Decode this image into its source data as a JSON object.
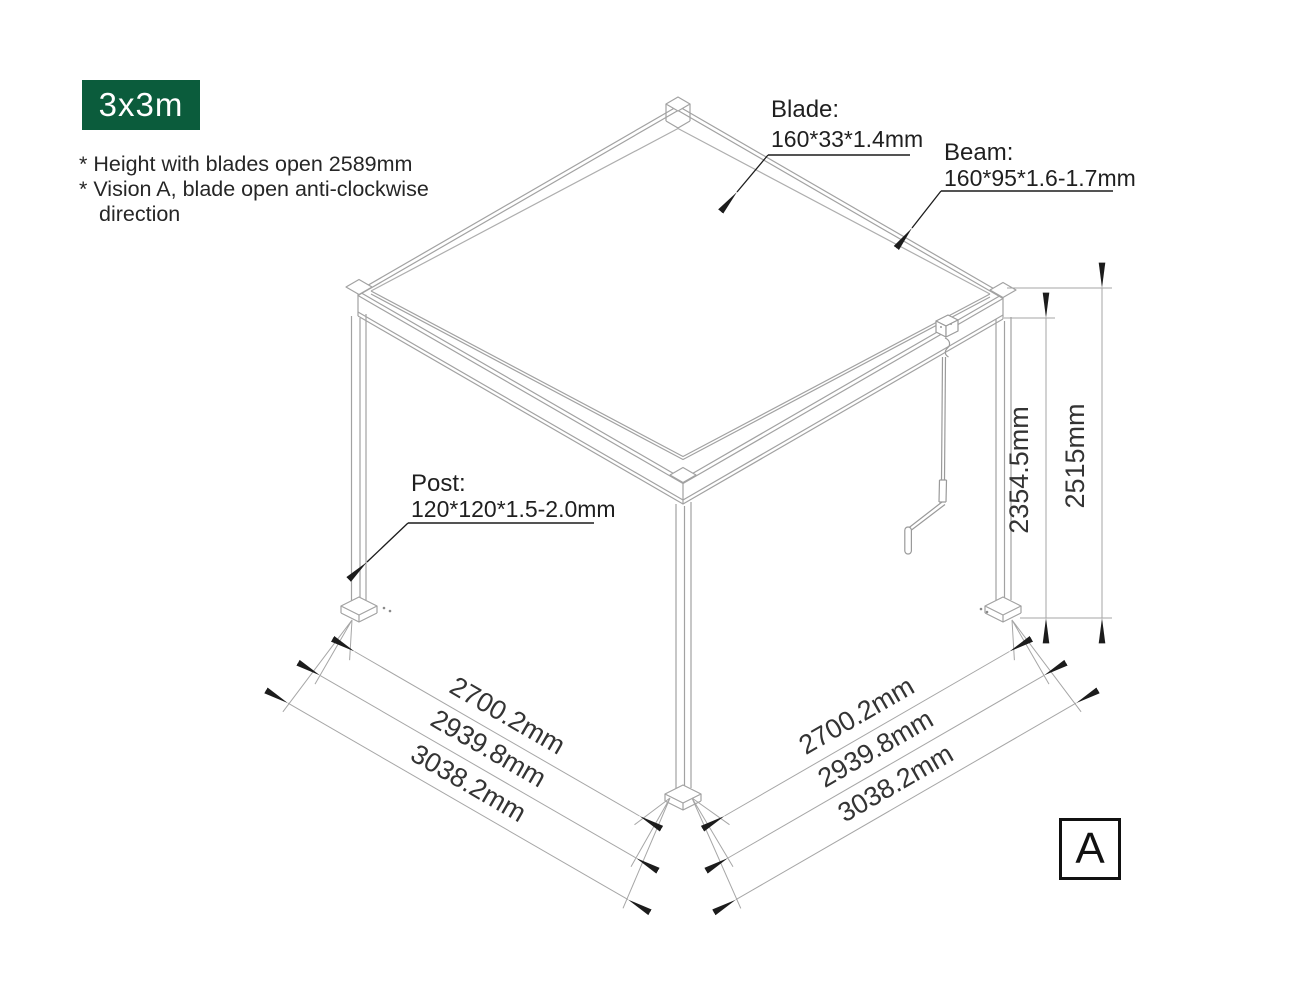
{
  "badge": {
    "label": "3x3m"
  },
  "notes": {
    "line1": "* Height with blades open 2589mm",
    "line2": "* Vision A, blade open anti-clockwise",
    "line3": "direction"
  },
  "callouts": {
    "blade": {
      "title": "Blade:",
      "spec": "160*33*1.4mm"
    },
    "beam": {
      "title": "Beam:",
      "spec": "160*95*1.6-1.7mm"
    },
    "post": {
      "title": "Post:",
      "spec": "120*120*1.5-2.0mm"
    }
  },
  "dimensions": {
    "height_inner": "2354.5mm",
    "height_outer": "2515mm",
    "left": [
      "2700.2mm",
      "2939.8mm",
      "3038.2mm"
    ],
    "right": [
      "2700.2mm",
      "2939.8mm",
      "3038.2mm"
    ]
  },
  "view_label": "A",
  "colors": {
    "badge_bg": "#0b5c3c",
    "structure_line": "#a2a2a2",
    "dimension_line": "#a6a6a6",
    "ink": "#1c1c1c"
  }
}
